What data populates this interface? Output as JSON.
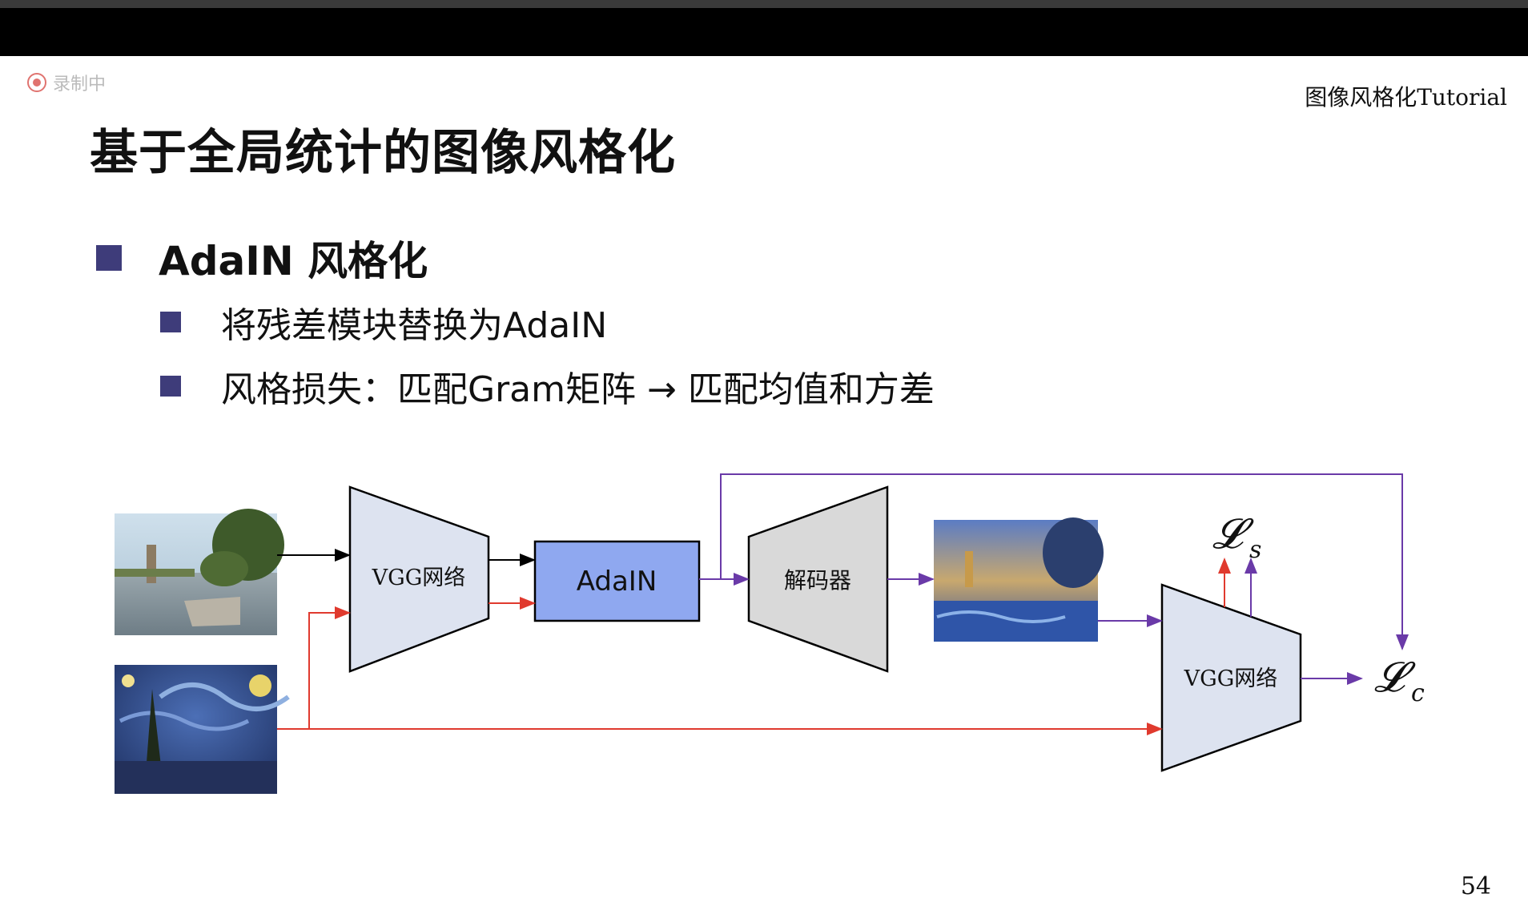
{
  "recording": {
    "label": "录制中"
  },
  "header": {
    "course_title": "图像风格化Tutorial"
  },
  "slide": {
    "title": "基于全局统计的图像风格化",
    "bullet_main": "AdaIN 风格化",
    "sub_bullets": [
      "将残差模块替换为AdaIN",
      "风格损失：匹配Gram矩阵 → 匹配均值和方差"
    ],
    "page_number": "54"
  },
  "diagram": {
    "encoder_label": "VGG网络",
    "adain_label": "AdaIN",
    "decoder_label": "解码器",
    "loss_encoder_label": "VGG网络",
    "style_loss_symbol": "𝓛",
    "style_loss_sub": "s",
    "content_loss_symbol": "𝓛",
    "content_loss_sub": "c",
    "colors": {
      "adain_fill": "#8fa8f0",
      "encoder_fill": "#dde3f0",
      "decoder_fill": "#d9d9d9",
      "content_arrow": "#000000",
      "style_arrow": "#e03a2e",
      "output_arrow": "#6a3aa8"
    },
    "images": [
      {
        "name": "content-photo-icon",
        "depicts": "lake with tower"
      },
      {
        "name": "style-photo-icon",
        "depicts": "starry night painting"
      },
      {
        "name": "stylized-output-icon",
        "depicts": "stylized lake"
      }
    ]
  }
}
